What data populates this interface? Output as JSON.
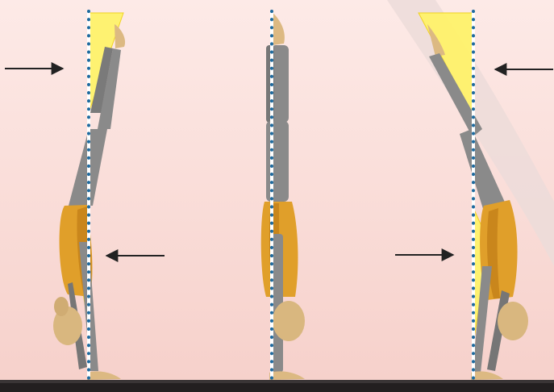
{
  "description_visible_text": [],
  "colors": {
    "background_top": "#fde9e6",
    "background_bottom": "#f7d2cc",
    "floor": "#231f20",
    "shirt": "#e09f2a",
    "shirt_shadow": "#c9861c",
    "limbs": "#8a8a8a",
    "limbs_dark": "#6f6f6f",
    "skin": "#dcb982",
    "deviation_wedge": "#fff36b",
    "deviation_wedge_edge": "#f2d31a",
    "plumb_line_dots": "#1e6a9e",
    "arrows": "#222222",
    "glow": "#e7d8d6"
  },
  "figures": [
    {
      "id": "left",
      "state": "hips-forward-legs-back",
      "wedges": [
        "upper-right",
        "lower-left"
      ],
      "arrows": [
        "right-pointing-top",
        "left-pointing-middle"
      ]
    },
    {
      "id": "center",
      "state": "straight-vertical",
      "wedges": [],
      "arrows": []
    },
    {
      "id": "right",
      "state": "hips-back-legs-forward",
      "wedges": [
        "upper-left",
        "lower-right"
      ],
      "arrows": [
        "left-pointing-top",
        "right-pointing-middle"
      ]
    }
  ],
  "icons": {
    "arrow": "arrow-icon",
    "plumb_line": "plumb-line-icon",
    "head": "head-icon",
    "hand": "hand-icon",
    "foot": "foot-icon"
  }
}
